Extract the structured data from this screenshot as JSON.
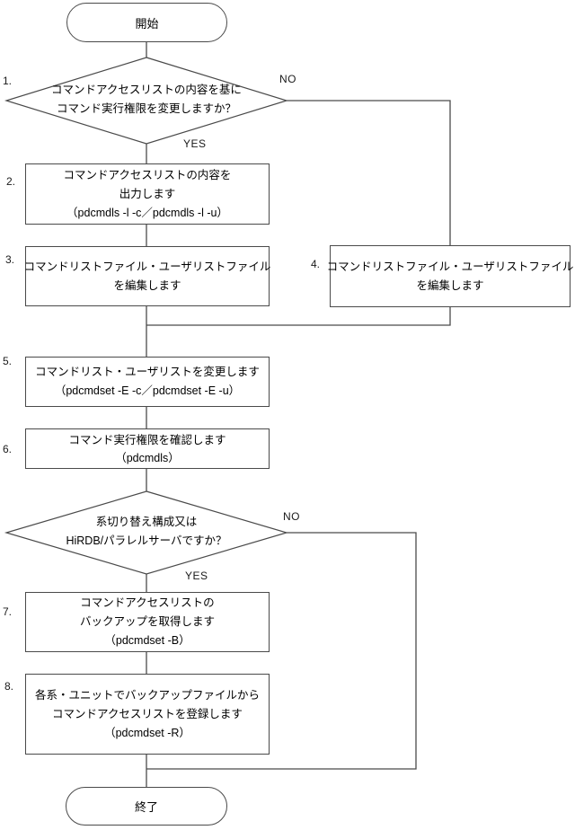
{
  "colors": {
    "line": "#4a4a4a",
    "border": "#404040",
    "text": "#000000",
    "background": "#ffffff"
  },
  "nodes": {
    "start": {
      "label": "開始"
    },
    "decision1": {
      "number": "1.",
      "lines": [
        "コマンドアクセスリストの内容を基に",
        "コマンド実行権限を変更しますか？"
      ],
      "no": "NO",
      "yes": "YES"
    },
    "step2": {
      "number": "2.",
      "lines": [
        "コマンドアクセスリストの内容を",
        "出力します",
        "（pdcmdls -l -c／pdcmdls -l -u）"
      ]
    },
    "step3": {
      "number": "3.",
      "lines": [
        "コマンドリストファイル・ユーザリストファイル",
        "を編集します"
      ]
    },
    "step4": {
      "number": "4.",
      "lines": [
        "コマンドリストファイル・ユーザリストファイル",
        "を編集します"
      ]
    },
    "step5": {
      "number": "5.",
      "lines": [
        "コマンドリスト・ユーザリストを変更します",
        "（pdcmdset -E -c／pdcmdset -E -u）"
      ]
    },
    "step6": {
      "number": "6.",
      "lines": [
        "コマンド実行権限を確認します",
        "（pdcmdls）"
      ]
    },
    "decision2": {
      "lines": [
        "系切り替え構成又は",
        "HiRDB/パラレルサーバですか？"
      ],
      "no": "NO",
      "yes": "YES"
    },
    "step7": {
      "number": "7.",
      "lines": [
        "コマンドアクセスリストの",
        "バックアップを取得します",
        "（pdcmdset -B）"
      ]
    },
    "step8": {
      "number": "8.",
      "lines": [
        "各系・ユニットでバックアップファイルから",
        "コマンドアクセスリストを登録します",
        "（pdcmdset -R）"
      ]
    },
    "end": {
      "label": "終了"
    }
  }
}
